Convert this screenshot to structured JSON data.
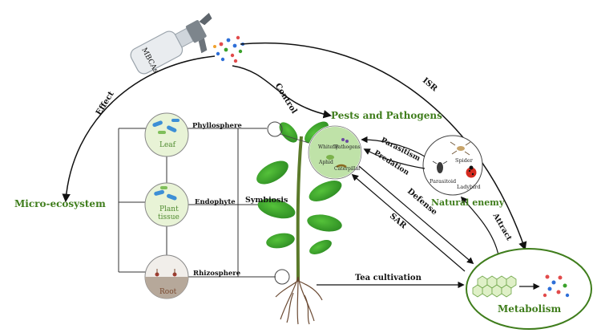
{
  "spray_label": "MBCAs",
  "arrows": {
    "effect": "Effect",
    "control": "Control",
    "isr": "ISR",
    "parasitism": "Parasitism",
    "predation": "Predation",
    "defense": "Defense",
    "sar": "SAR",
    "attract": "Attract",
    "symbiosis": "Symbiosis",
    "tea_cultivation": "Tea cultivation"
  },
  "nodes": {
    "pests": "Pests and Pathogens",
    "micro": "Micro-ecosystem",
    "natural_enemy": "Natural enemy",
    "metabolism": "Metabolism"
  },
  "microbiome": {
    "phyllosphere": "Phyllosphere",
    "endophyte": "Endophyte",
    "rhizosphere": "Rhizosphere",
    "leaf": "Leaf",
    "plant_tissue_1": "Plant",
    "plant_tissue_2": "tissue",
    "root": "Root"
  },
  "pest_circle": {
    "whitefly": "Whitefly",
    "pathogens": "Pathogens",
    "aphid": "Aphid",
    "caterpillar": "Caterpillar"
  },
  "enemy_circle": {
    "spider": "Spider",
    "parasitoid": "Parasitoid",
    "ladybird": "Ladybird"
  },
  "colors": {
    "green_text": "#3f7d1c",
    "arrow": "#111111",
    "leaf_green": "#3aa12b",
    "circle_fill": "#e8f3d6"
  }
}
